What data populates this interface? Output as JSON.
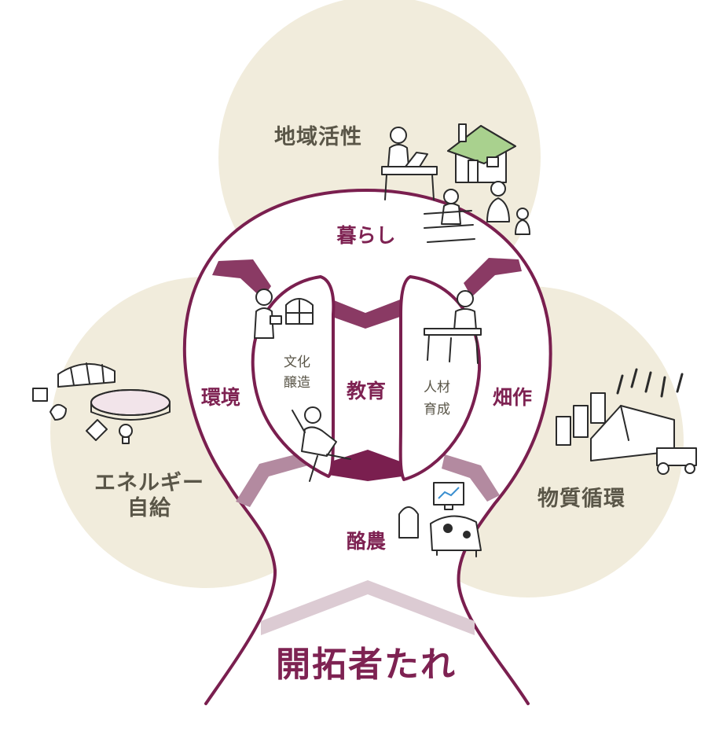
{
  "diagram": {
    "title": "開拓者たれ",
    "outer_circles": {
      "top": "地域活性",
      "left_line1": "エネルギー",
      "left_line2": "自給",
      "right": "物質循環"
    },
    "inner_labels": {
      "top": "暮らし",
      "left": "環境",
      "center": "教育",
      "right": "畑作",
      "bottom": "酪農"
    },
    "inner_small": {
      "left_line1": "文化",
      "left_line2": "醸造",
      "right_line1": "人材",
      "right_line2": "育成"
    }
  },
  "colors": {
    "outer_fill": "#f1ecdc",
    "maroon": "#7a1f4f",
    "maroon_text": "#7e2252",
    "band_dark": "#8a3a64",
    "band_mid": "#b38aa0",
    "band_light": "#dccbd3",
    "outer_text": "#5a5648",
    "roof_green": "#a9d18e",
    "pool_pink": "#f2e4ea"
  }
}
